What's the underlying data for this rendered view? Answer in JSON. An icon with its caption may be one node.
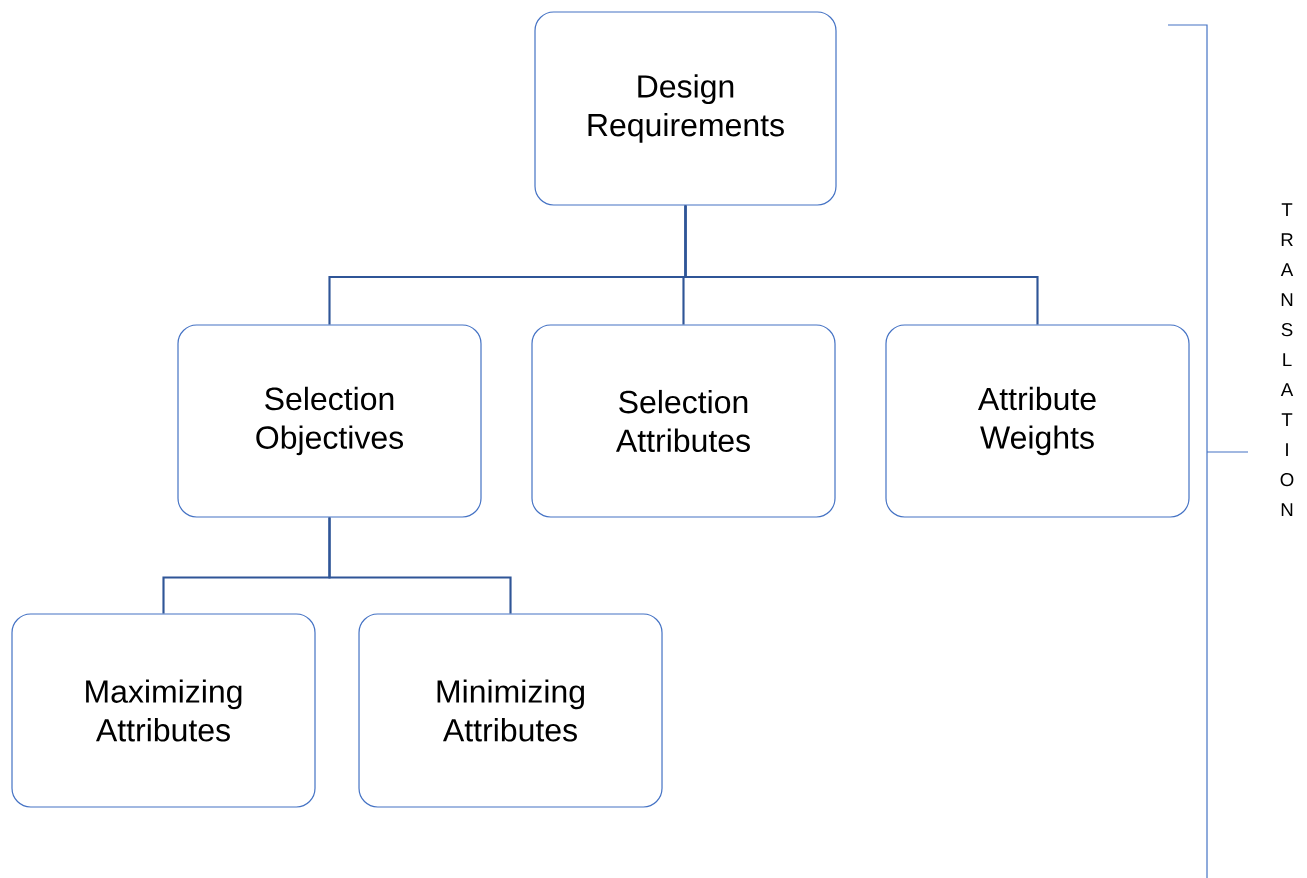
{
  "diagram": {
    "nodes": [
      {
        "text": [
          "Design Requirements"
        ]
      },
      {
        "text": [
          "Selection Objectives"
        ]
      },
      {
        "text": [
          "Selection Attributes"
        ]
      },
      {
        "text": [
          "Attribute Weights"
        ]
      },
      {
        "text": [
          "Maximizing Attributes"
        ]
      },
      {
        "text": [
          "Minimizing Attributes"
        ]
      }
    ],
    "edges": [
      {
        "from": 0,
        "to": 1,
        "arrow": "none"
      },
      {
        "from": 0,
        "to": 2,
        "arrow": "none"
      },
      {
        "from": 0,
        "to": 3,
        "arrow": "none"
      },
      {
        "from": 1,
        "to": 4,
        "arrow": "none"
      },
      {
        "from": 1,
        "to": 5,
        "arrow": "none"
      }
    ],
    "labels": [
      "TRANSLATION"
    ]
  }
}
